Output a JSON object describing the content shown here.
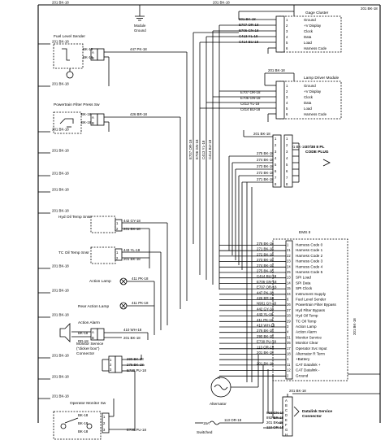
{
  "ground_label": [
    "Module",
    "Ground"
  ],
  "top_bus_label": "201 BK-18",
  "right_bus_label": "201 BK-18",
  "gage_cluster": {
    "title": "Gage Cluster",
    "wires": [
      "201 BK-18",
      "E707 OR-18",
      "E706 GN-18",
      "C413 YL-18",
      "C414 BU-18"
    ],
    "pins": [
      {
        "n": "1",
        "fn": "Ground"
      },
      {
        "n": "2",
        "fn": "+V Display"
      },
      {
        "n": "3",
        "fn": "Clock"
      },
      {
        "n": "4",
        "fn": "Data"
      },
      {
        "n": "5",
        "fn": "Load"
      },
      {
        "n": "6",
        "fn": "Harness Code"
      }
    ]
  },
  "lamp_driver": {
    "title": "Lamp Driver Module",
    "top_wire": "201 BK-18",
    "wires": [
      "E707 OR-18",
      "E706 GN-18",
      "C413 YL-18",
      "C414 BU-18"
    ],
    "pins": [
      {
        "n": "1",
        "fn": "Ground"
      },
      {
        "n": "2",
        "fn": "+V Display"
      },
      {
        "n": "3",
        "fn": "Clock"
      },
      {
        "n": "4",
        "fn": "Data"
      },
      {
        "n": "5",
        "fn": "Load"
      },
      {
        "n": "6",
        "fn": "Harness Code"
      }
    ]
  },
  "code_plug": {
    "title": [
      "37/38 8 PL",
      "CODE PLUG"
    ],
    "left_top_wire": "201 BK-18",
    "right_top_wire": "201 BK-18",
    "wires": [
      "275 BK-18",
      "274 BK-18",
      "273 BK-18",
      "272 BK-18",
      "271 BK-18"
    ],
    "left_pins": [
      "1",
      "2",
      "3",
      "4",
      "5",
      "6",
      "7",
      "8"
    ],
    "right_pins": [
      "1",
      "2",
      "3",
      "4",
      "5",
      "6",
      "7",
      "8"
    ]
  },
  "bundle_labels": [
    "E707 OR-18",
    "E706 GN-18",
    "C413 YL-18",
    "C414 BU-18"
  ],
  "fuel_level_sender": {
    "title": "Fuel Level Sender",
    "wires": [
      "BK-18",
      "BK-18",
      "447 PK-18"
    ],
    "pins": [
      "A",
      "B"
    ]
  },
  "filter_switch": {
    "title": "Powertrain Filter Press Sw",
    "wires": [
      "BK-18",
      "BK-18",
      "426 BR-18"
    ],
    "pins": [
      "A",
      "B"
    ]
  },
  "hyd_oil_temp": {
    "title": "Hyd Oil Temp Snsr",
    "wires": [
      "442 GY-18",
      "201 BK-18"
    ],
    "pins": [
      "1",
      "2"
    ]
  },
  "tc_oil_temp": {
    "title": "TC Oil Temp Snsr",
    "wires": [
      "443 YL-18",
      "201 BK-18"
    ],
    "pins": [
      "1",
      "2"
    ]
  },
  "action_lamp": {
    "title": "Action Lamp",
    "wire": "411 PK-18"
  },
  "rear_action_lamp": {
    "title": "Rear Action Lamp",
    "wire": "411 PK-18"
  },
  "action_alarm": {
    "title": "Action Alarm",
    "wires": [
      "BK-18",
      "RD-18",
      "410 WH-18",
      "201 BK-18"
    ],
    "pins": [
      "A",
      "B"
    ]
  },
  "monitor_service": {
    "title": [
      "Monitor Service",
      "(\"dicker box\")",
      "Connector"
    ],
    "wires": [
      "290 BK-18",
      "276 BK-18",
      "E730 PU-18"
    ],
    "pins": [
      "1",
      "2",
      "3"
    ]
  },
  "operator_monitor": {
    "title": "Operator Monitor Sw",
    "wires": [
      "BK-18",
      "BK-18",
      "BK-18",
      "E730 PU-18"
    ],
    "pins": [
      "1",
      "2",
      "3"
    ]
  },
  "ecm": {
    "title": "EMS II",
    "wires": [
      "276 BK-18",
      "271 BK-18",
      "272 BK-18",
      "273 BK-18",
      "274 BK-18",
      "275 BK-18",
      "C414 BU-18",
      "E706 GN-18",
      "E707 OR-18",
      "447 PK-18",
      "426 BR-18",
      "N901 GY-18",
      "442 GY-18",
      "443 YL-18",
      "411 PK-18",
      "410 WH-18",
      "276 BK-18",
      "290 BK-18",
      "E730 PU-18",
      "113 OR-18",
      "201 BK-18",
      "",
      "201 BK-18"
    ],
    "pins": [
      {
        "n": "1",
        "fn": "Harness Code 0"
      },
      {
        "n": "21",
        "fn": "Harness Code 1"
      },
      {
        "n": "22",
        "fn": "Harness Code 2"
      },
      {
        "n": "23",
        "fn": "Harness Code 3"
      },
      {
        "n": "24",
        "fn": "Harness Code 4"
      },
      {
        "n": "25",
        "fn": "Harness Code 5"
      },
      {
        "n": "13",
        "fn": "SPI Load"
      },
      {
        "n": "14",
        "fn": "SPI Data"
      },
      {
        "n": "15",
        "fn": "SPI Clock"
      },
      {
        "n": "34",
        "fn": "Instrument Supply"
      },
      {
        "n": "6",
        "fn": "Fuel Level Sender"
      },
      {
        "n": "26",
        "fn": "Powertrain Filter Bypass"
      },
      {
        "n": "27",
        "fn": "Hyd Filter Bypass"
      },
      {
        "n": "28",
        "fn": "Hyd Oil Temp"
      },
      {
        "n": "29",
        "fn": "TC Oil Temp"
      },
      {
        "n": "3",
        "fn": "Action Lamp"
      },
      {
        "n": "4",
        "fn": "Action Alarm"
      },
      {
        "n": "31",
        "fn": "Monitor Service"
      },
      {
        "n": "35",
        "fn": "Monitor Clear"
      },
      {
        "n": "17",
        "fn": "Operator Svc Input"
      },
      {
        "n": "18",
        "fn": "Alternator R Term"
      },
      {
        "n": "1",
        "fn": "+Battery"
      },
      {
        "n": "11",
        "fn": "CAT Datalink +"
      },
      {
        "n": "12",
        "fn": "CAT Datalink -"
      },
      {
        "n": "2",
        "fn": "Ground"
      }
    ]
  },
  "alternator": {
    "title": "Alternator",
    "terminal": "R"
  },
  "key_switch": {
    "title": "Switched",
    "fuse": "15A",
    "wire": "113 OR-18"
  },
  "datalink": {
    "title": [
      "Datalink Service",
      "Connector"
    ],
    "wires": [
      "893 GN-18",
      "892 BR-18",
      "201 BK-18",
      "113 OR-18"
    ],
    "pins": [
      "A",
      "B",
      "C",
      "D",
      "E",
      "F",
      "G",
      "H"
    ]
  },
  "right_side_label": "201 BK-18",
  "right_side_label2": "201 BK-18"
}
